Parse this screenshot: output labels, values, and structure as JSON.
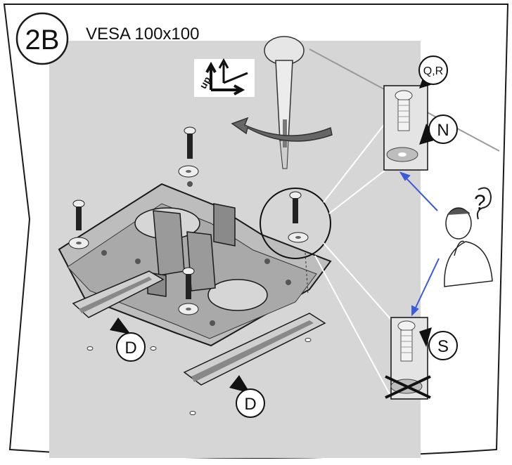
{
  "step": {
    "number": "2B",
    "title": "VESA 100x100"
  },
  "direction_badge": {
    "label": "up"
  },
  "callouts": {
    "screw_top": "Q,R",
    "washer": "N",
    "screw_alt": "S",
    "bracket_left": "D",
    "bracket_right": "D"
  },
  "question_mark": "?",
  "colors": {
    "panel_bg": "#d6d6d6",
    "metal_light": "#c9c9c9",
    "metal_dark": "#8a8a8a",
    "arrow_blue": "#3a5bd9",
    "outline": "#1a1a1a"
  }
}
